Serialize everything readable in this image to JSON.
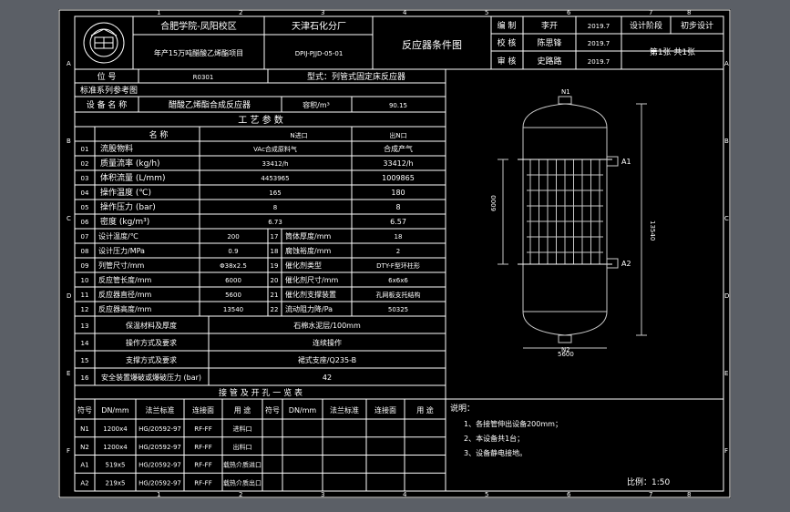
{
  "title_block": {
    "school": "合肥学院-凤阳校区",
    "company": "天津石化分厂",
    "project": "年产15万吨醋酸乙烯酯项目",
    "drawing_no": "DPIJ-PJJD-05-01",
    "drawing_name": "反应器条件图",
    "rows": [
      {
        "role": "编 制",
        "name": "李开",
        "date": "2019.7"
      },
      {
        "role": "校 核",
        "name": "陈思锋",
        "date": "2019.7"
      },
      {
        "role": "审 核",
        "name": "史路路",
        "date": "2019.7"
      }
    ],
    "stage_label": "设计阶段",
    "stage_value": "初步设计",
    "sheet_info": "第1张  共1张"
  },
  "header": {
    "position_label": "位 号",
    "position_value": "R0301",
    "type": "型式：列管式固定床反应器",
    "standard": "标准系列参考图",
    "equipment_label": "设 备 名 称",
    "equipment_name": "醋酸乙烯酯合成反应器",
    "volume_label": "容积/m³",
    "volume_value": "90.15"
  },
  "process": {
    "title": "工 艺 参 数",
    "col_name": "名 称",
    "col_in": "N进口",
    "col_out": "出N口",
    "rows": [
      {
        "no": "01",
        "name": "流股物料",
        "in": "VAc合成原料气",
        "out": "合成产气"
      },
      {
        "no": "02",
        "name": "质量流率 (kg/h)",
        "in": "33412/h",
        "out": "33412/h"
      },
      {
        "no": "03",
        "name": "体积流量 (L/mm)",
        "in": "4453965",
        "out": "1009865"
      },
      {
        "no": "04",
        "name": "操作温度 (℃)",
        "in": "165",
        "out": "180"
      },
      {
        "no": "05",
        "name": "操作压力 (bar)",
        "in": "8",
        "out": "8"
      },
      {
        "no": "06",
        "name": "密度 (kg/m³)",
        "in": "6.73",
        "out": "6.57"
      }
    ],
    "rows2": [
      {
        "no": "07",
        "name": "设计温度/℃",
        "val": "200",
        "no2": "17",
        "name2": "筒体厚度/mm",
        "val2": "18"
      },
      {
        "no": "08",
        "name": "设计压力/MPa",
        "val": "0.9",
        "no2": "18",
        "name2": "腐蚀裕度/mm",
        "val2": "2"
      },
      {
        "no": "09",
        "name": "列管尺寸/mm",
        "val": "Φ38x2.5",
        "no2": "19",
        "name2": "催化剂类型",
        "val2": "DTY-F型环柱形"
      },
      {
        "no": "10",
        "name": "反应管长度/mm",
        "val": "6000",
        "no2": "20",
        "name2": "催化剂尺寸/mm",
        "val2": "6x6x6"
      },
      {
        "no": "11",
        "name": "反应器直径/mm",
        "val": "5600",
        "no2": "21",
        "name2": "催化剂支撑装置",
        "val2": "孔网板支托结构"
      },
      {
        "no": "12",
        "name": "反应器高度/mm",
        "val": "13540",
        "no2": "22",
        "name2": "流动阻力降/Pa",
        "val2": "50325"
      }
    ],
    "rows3": [
      {
        "no": "13",
        "name": "保温材料及厚度",
        "val": "石棉水泥层/100mm"
      },
      {
        "no": "14",
        "name": "操作方式及要求",
        "val": "连续操作"
      },
      {
        "no": "15",
        "name": "支撑方式及要求",
        "val": "裙式支座/Q235-B"
      },
      {
        "no": "16",
        "name": "安全装置爆破或爆破压力 (bar)",
        "val": "42"
      }
    ]
  },
  "nozzles": {
    "title": "接 管 及 开 孔 一 览 表",
    "headers": [
      "符号",
      "DN/mm",
      "法兰标准",
      "连接面",
      "用 途",
      "符号",
      "DN/mm",
      "法兰标准",
      "连接面",
      "用 途"
    ],
    "rows": [
      [
        "N1",
        "1200x4",
        "HG/20592-97",
        "RF-FF",
        "进料口"
      ],
      [
        "N2",
        "1200x4",
        "HG/20592-97",
        "RF-FF",
        "出料口"
      ],
      [
        "A1",
        "519x5",
        "HG/20592-97",
        "RF-FF",
        "载热介质进口"
      ],
      [
        "A2",
        "219x5",
        "HG/20592-97",
        "RF-FF",
        "载热介质出口"
      ]
    ]
  },
  "notes": {
    "title": "说明：",
    "items": [
      "1、各接管伸出设备200mm；",
      "2、本设备共1台；",
      "3、设备静电接地。"
    ],
    "scale": "比例：1:50"
  },
  "drawing": {
    "label_n1": "N1",
    "label_n2": "N2",
    "label_a1": "A1",
    "label_a2": "A2",
    "dim_height": "13540",
    "dim_tube": "6000",
    "dim_dia": "5600"
  },
  "border": {
    "top_marks": [
      "1",
      "2",
      "3",
      "4",
      "5",
      "6",
      "7",
      "8"
    ],
    "side_marks": [
      "A",
      "B",
      "C",
      "D",
      "E",
      "F"
    ]
  }
}
